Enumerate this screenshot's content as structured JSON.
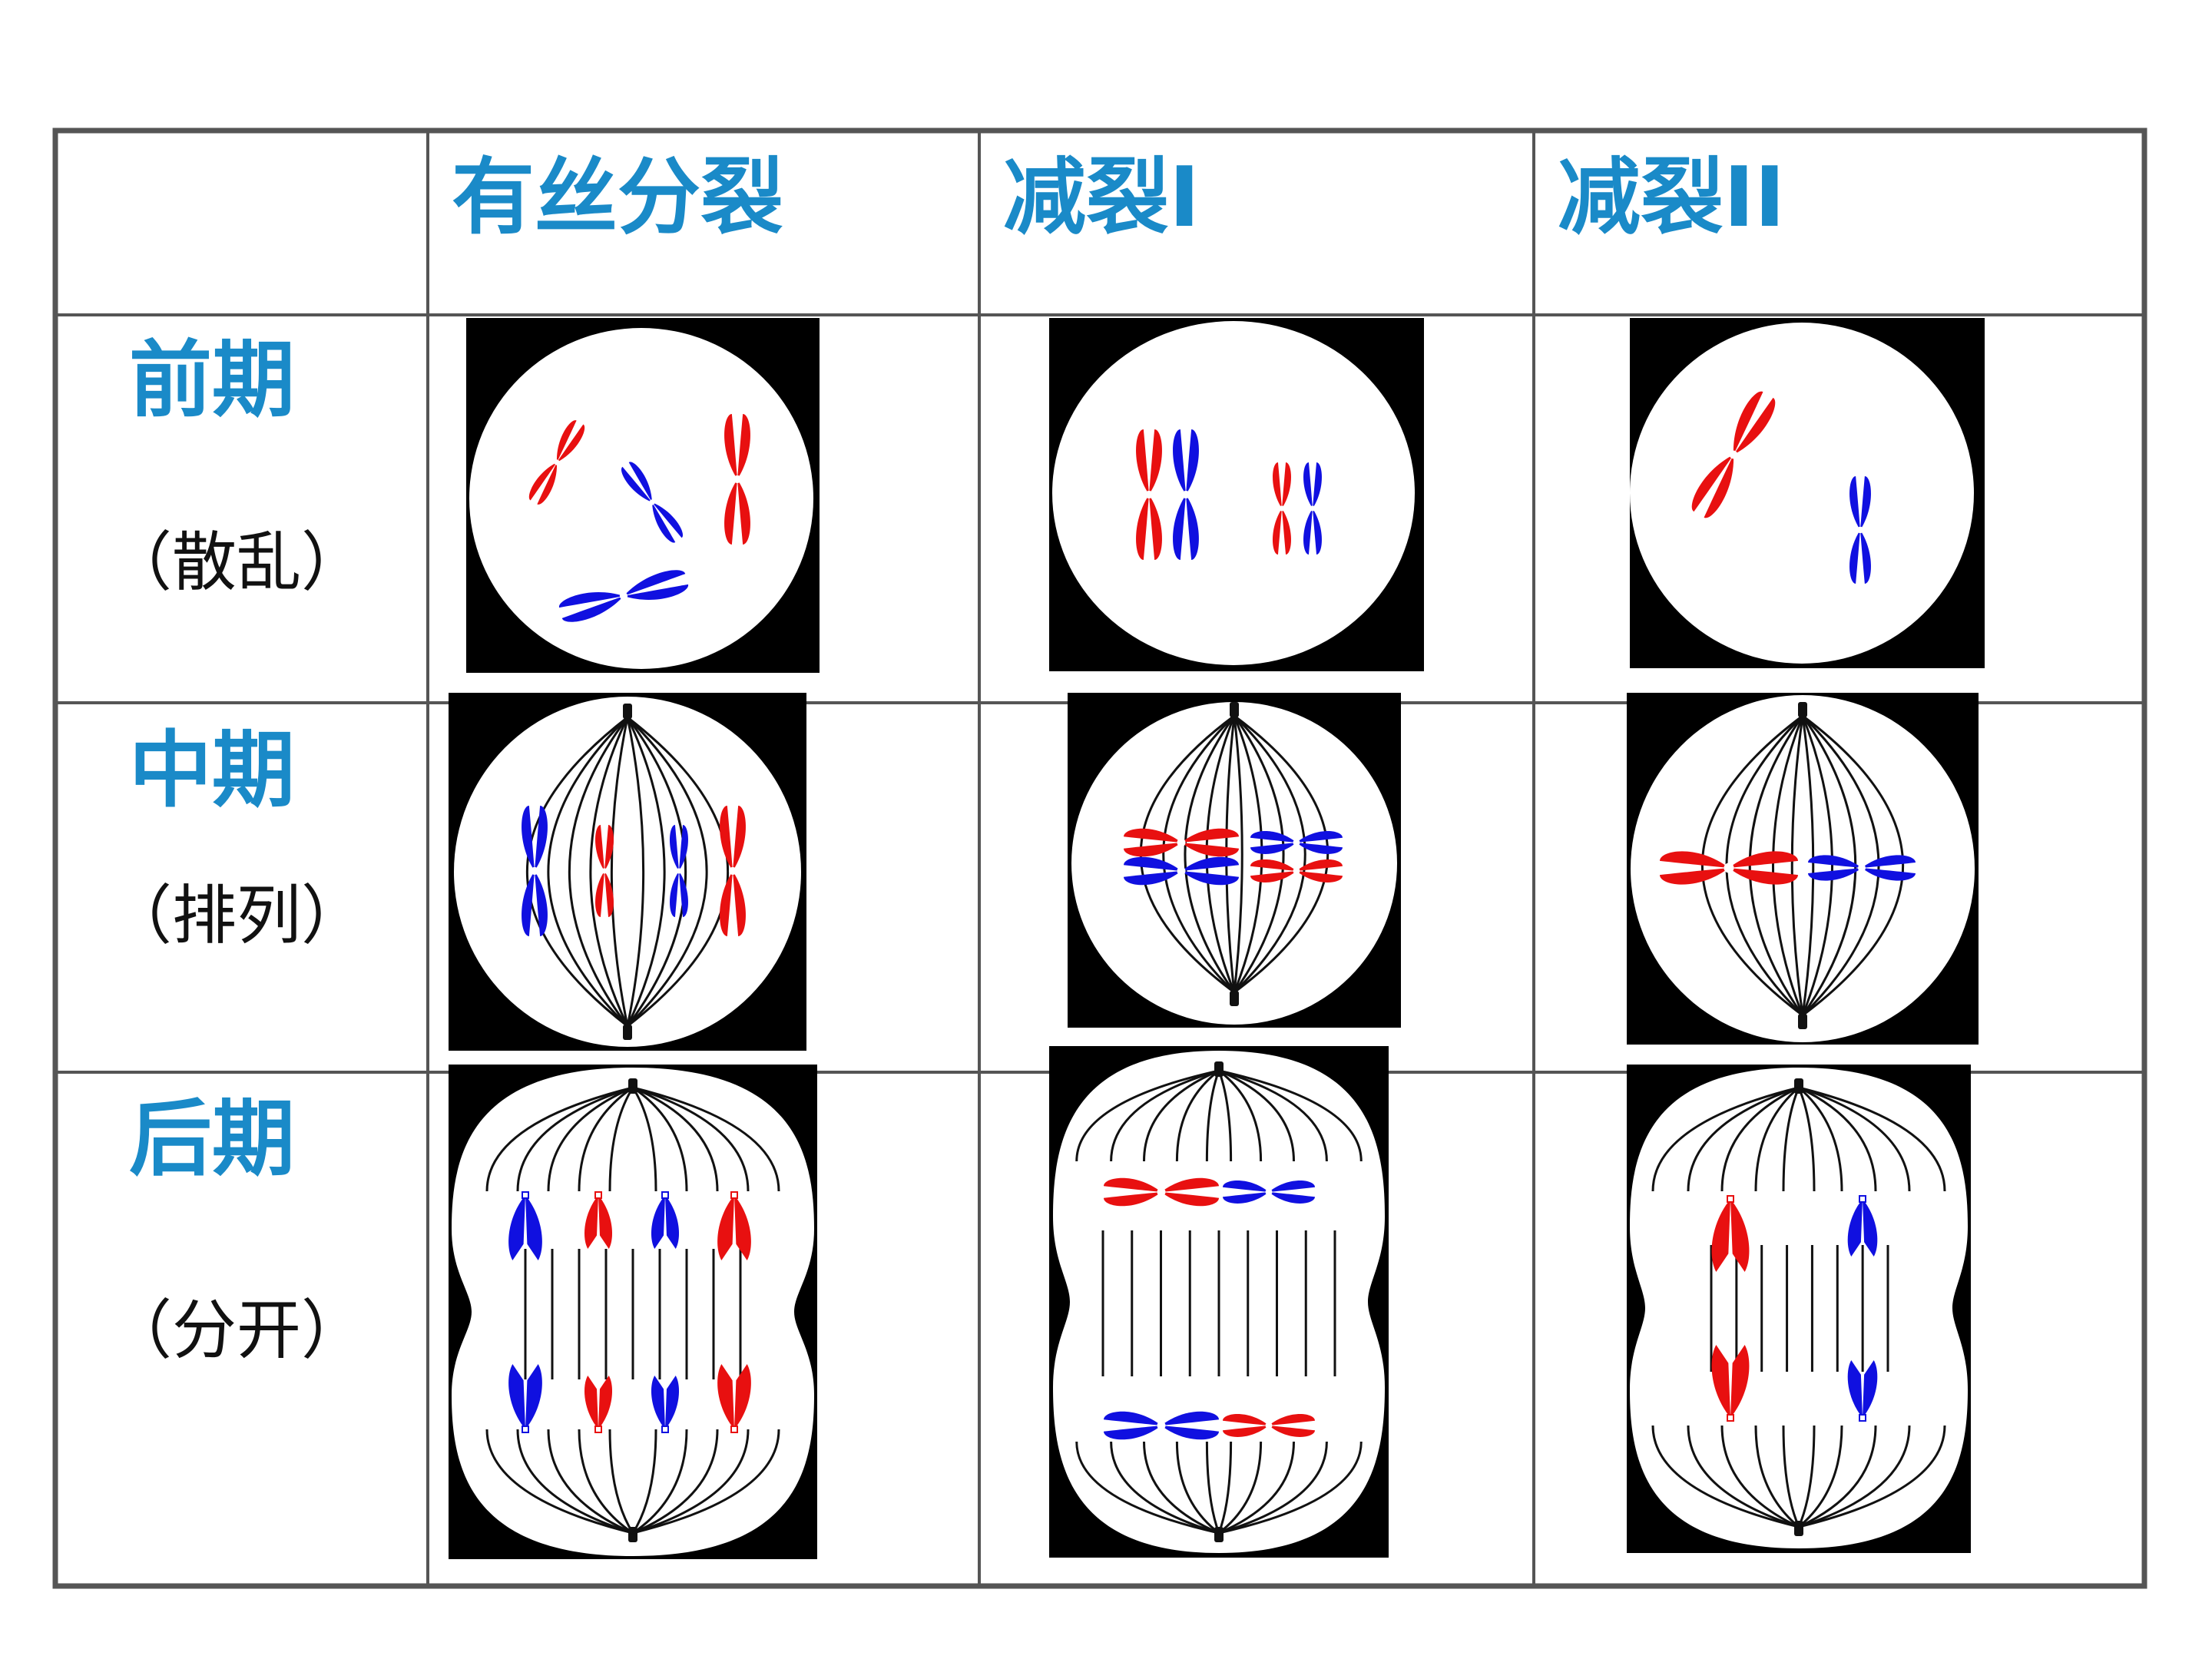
{
  "table": {
    "columns": [
      "有丝分裂",
      "减裂I",
      "减裂II"
    ],
    "rows": [
      {
        "label": "前期",
        "sub": "（散乱）"
      },
      {
        "label": "中期",
        "sub": "（排列）"
      },
      {
        "label": "后期",
        "sub": "（分开）"
      }
    ]
  },
  "colors": {
    "header_text": "#1a8ac8",
    "chromosome_maternal": "#e81010",
    "chromosome_paternal": "#1010e0",
    "border": "#555555",
    "panel_background": "#000000",
    "cell_fill": "#ffffff"
  }
}
